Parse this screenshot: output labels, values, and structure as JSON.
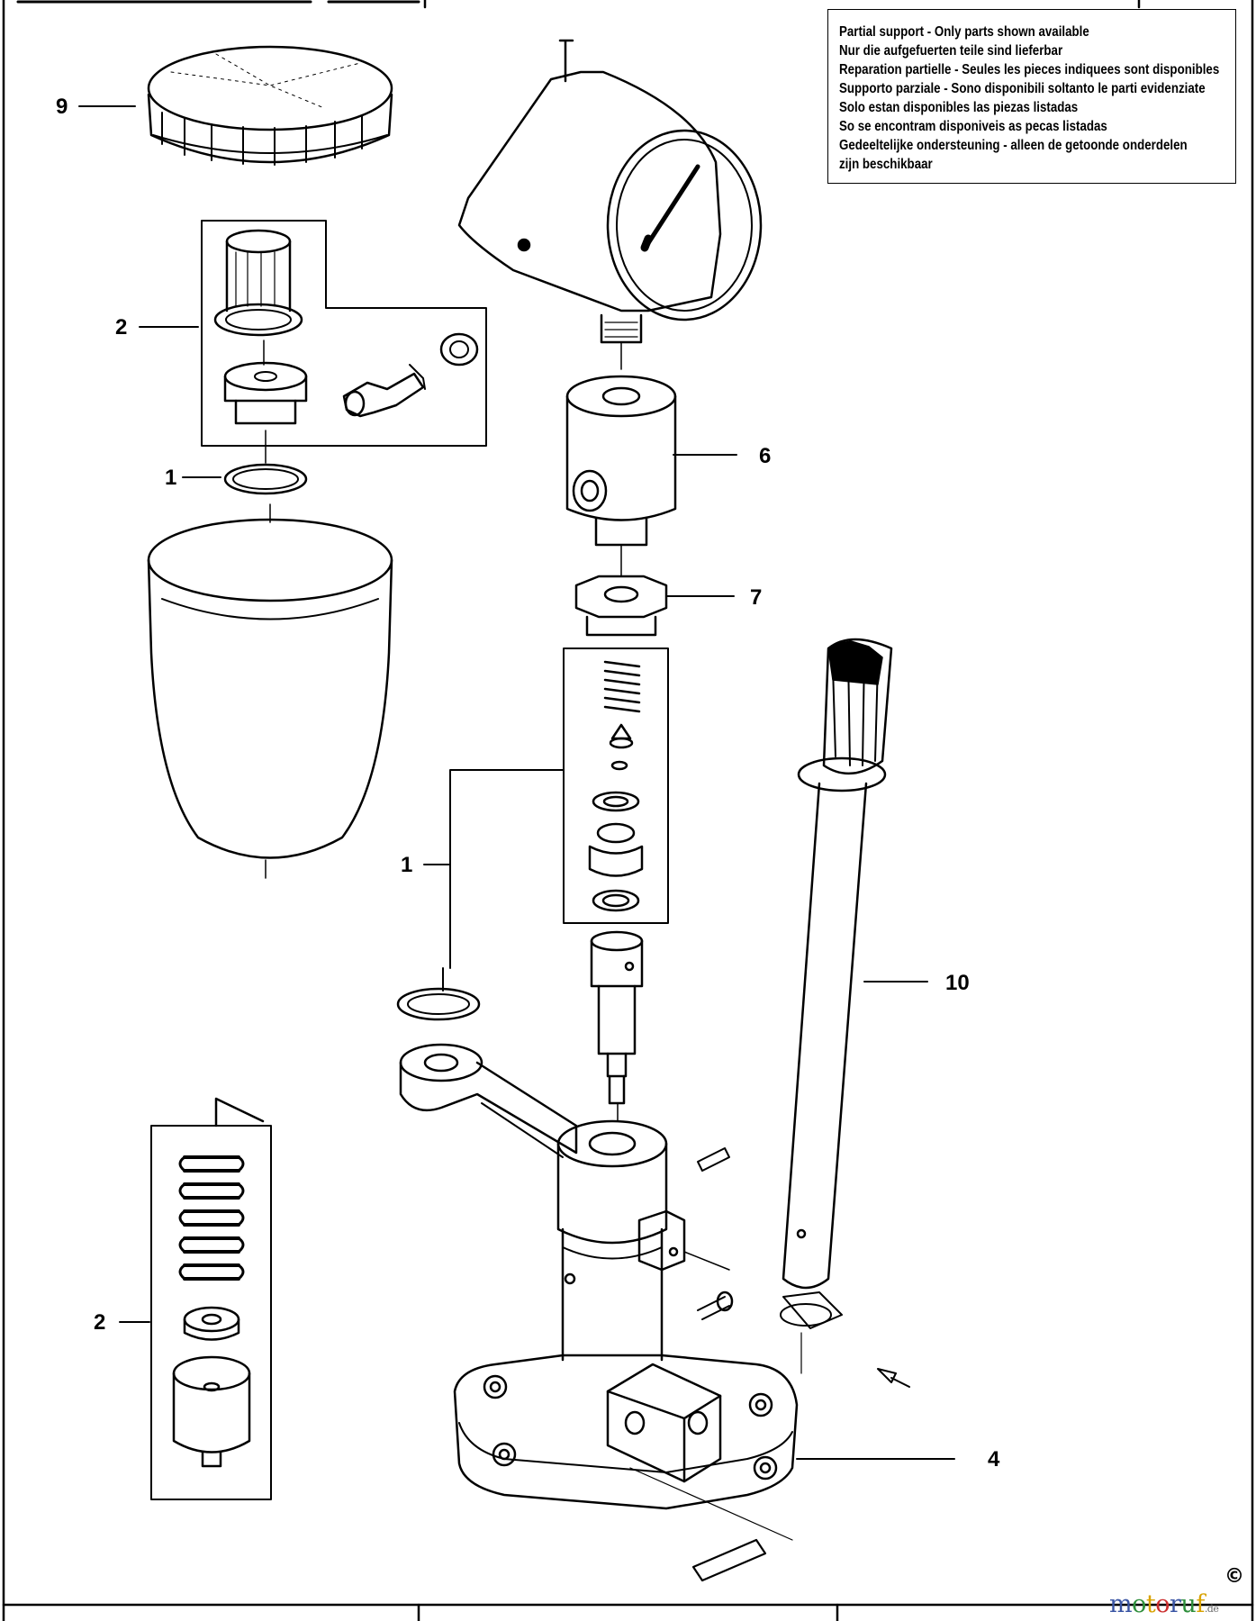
{
  "notice": {
    "lines": [
      "Partial support - Only parts shown available",
      "Nur die aufgefuerten teile sind lieferbar",
      "Reparation partielle - Seules les pieces indiquees sont disponibles",
      "Supporto parziale - Sono disponibili soltanto le parti evidenziate",
      "Solo estan disponibles las piezas listadas",
      "So se encontram disponiveis as pecas listadas",
      "Gedeeltelijke ondersteuning - alleen de getoonde onderdelen",
      "zijn beschikbaar"
    ]
  },
  "callouts": {
    "c9": "9",
    "c2_top": "2",
    "c1_top": "1",
    "c6": "6",
    "c7": "7",
    "c1_mid": "1",
    "c10": "10",
    "c2_bottom": "2",
    "c4": "4"
  },
  "watermark": {
    "letters": [
      "m",
      "o",
      "t",
      "o",
      "r",
      "u",
      "f"
    ],
    "suffix": ".de",
    "colors": [
      "#3a55a4",
      "#2f8f3c",
      "#d8a200",
      "#cc2f2f",
      "#3a55a4",
      "#2f8f3c",
      "#d8a200"
    ],
    "copyright_symbol": "©"
  },
  "colors": {
    "ink": "#000000",
    "paper": "#ffffff"
  }
}
